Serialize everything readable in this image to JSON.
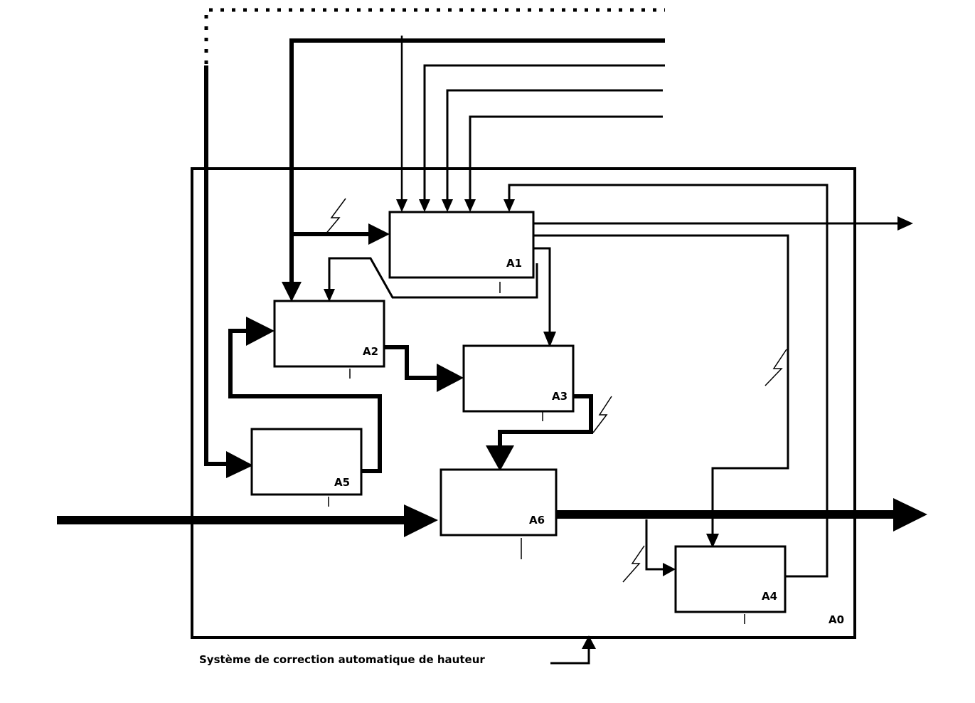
{
  "diagram": {
    "type": "IDEF0 functional diagram",
    "caption": "Système de correction automatique de hauteur",
    "context_label": "A0",
    "activities": [
      {
        "id": "A1",
        "label": "A1"
      },
      {
        "id": "A2",
        "label": "A2"
      },
      {
        "id": "A3",
        "label": "A3"
      },
      {
        "id": "A4",
        "label": "A4"
      },
      {
        "id": "A5",
        "label": "A5"
      },
      {
        "id": "A6",
        "label": "A6"
      }
    ],
    "flows": [
      {
        "from": "external-top",
        "to": "A1",
        "kind": "control",
        "count": 4
      },
      {
        "from": "external-top",
        "to": "A1",
        "kind": "input"
      },
      {
        "from": "external-top",
        "to": "A2",
        "kind": "control"
      },
      {
        "from": "external-top",
        "to": "A5",
        "kind": "input"
      },
      {
        "from": "A1",
        "to": "A2",
        "kind": "control"
      },
      {
        "from": "A1",
        "to": "A3",
        "kind": "control"
      },
      {
        "from": "A1",
        "to": "A4",
        "kind": "control"
      },
      {
        "from": "A1",
        "to": "external-right",
        "kind": "output"
      },
      {
        "from": "A2",
        "to": "A3",
        "kind": "input"
      },
      {
        "from": "A3",
        "to": "A6",
        "kind": "control"
      },
      {
        "from": "A5",
        "to": "A2",
        "kind": "input"
      },
      {
        "from": "external-left",
        "to": "A6",
        "kind": "input"
      },
      {
        "from": "A6",
        "to": "external-right",
        "kind": "output"
      },
      {
        "from": "A6",
        "to": "A4",
        "kind": "input"
      },
      {
        "from": "A4",
        "to": "A1",
        "kind": "control"
      },
      {
        "from": "external-bottom",
        "to": "A0",
        "kind": "mechanism"
      }
    ]
  }
}
